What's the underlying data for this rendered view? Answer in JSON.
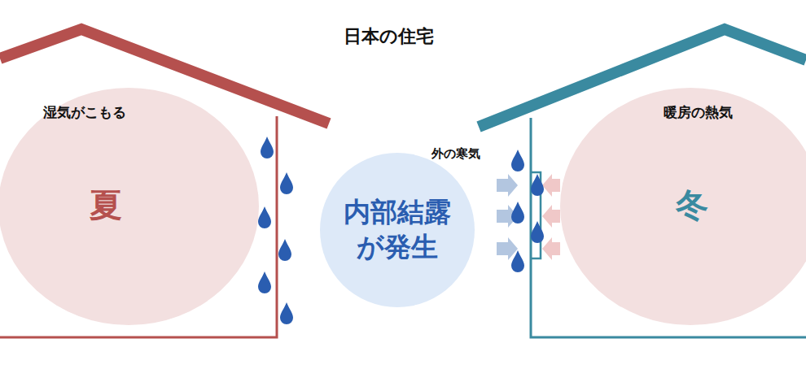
{
  "diagram": {
    "title": "日本の住宅",
    "nodes": [
      {
        "text": [
          "湿気がこもる",
          "夏"
        ]
      },
      {
        "text": [
          "内部結露 が発生"
        ]
      },
      {
        "text": [
          "暖房の熱気",
          "冬"
        ]
      }
    ],
    "labels": [
      "外の寒気"
    ]
  }
}
